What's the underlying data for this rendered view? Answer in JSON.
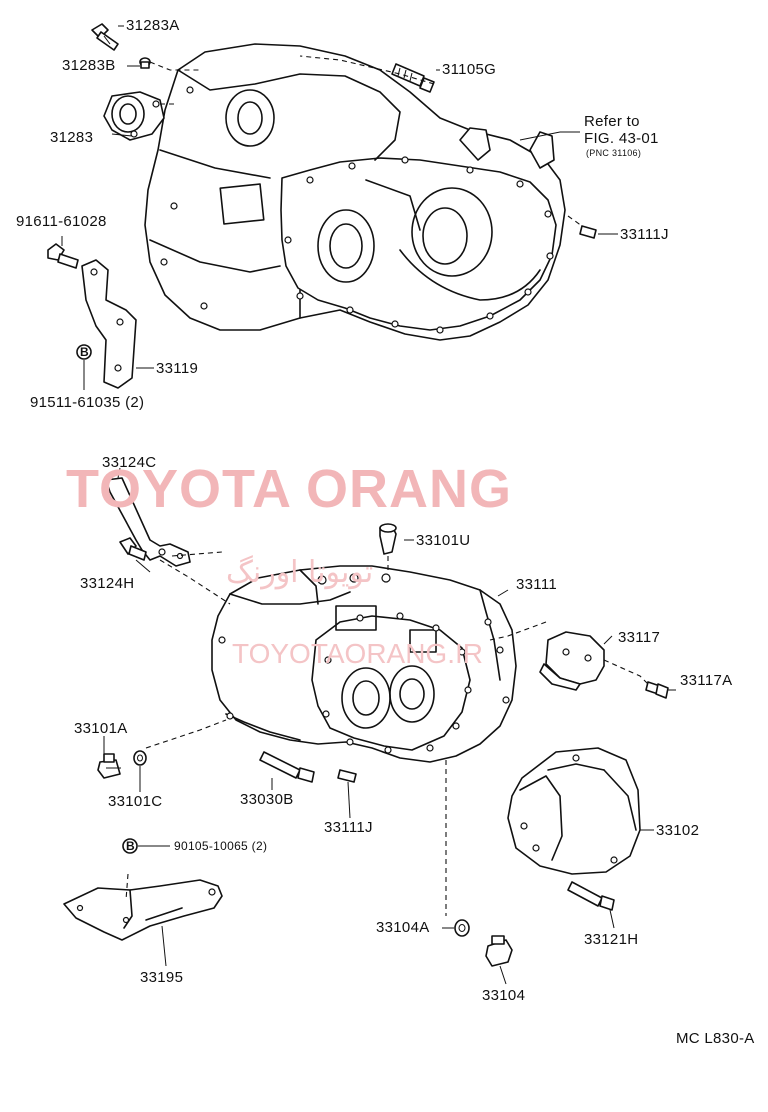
{
  "parts": {
    "p_31283A": "31283A",
    "p_31283B": "31283B",
    "p_31105G": "31105G",
    "p_31283": "31283",
    "refer_line1": "Refer to",
    "refer_line2": "FIG. 43-01",
    "refer_line3": "(PNC 31106)",
    "p_91611": "91611-61028",
    "p_33111J_top": "33111J",
    "p_33119": "33119",
    "p_91511": "91511-61035 (2)",
    "p_33124C": "33124C",
    "p_33101U": "33101U",
    "p_33124H": "33124H",
    "p_33111": "33111",
    "p_33117": "33117",
    "p_33117A": "33117A",
    "p_33101A": "33101A",
    "p_33101C": "33101C",
    "p_33030B": "33030B",
    "p_33111J_bot": "33111J",
    "p_33102": "33102",
    "p_90105": "90105-10065 (2)",
    "p_33121H": "33121H",
    "p_33104A": "33104A",
    "p_33195": "33195",
    "p_33104": "33104"
  },
  "markers": {
    "b_mark": "B"
  },
  "figure_code": "MC L830-A",
  "watermark": {
    "main": "TOYOTA ORANG",
    "arabic": "تویوتا اورنگ",
    "site": "TOYOTAORANG.IR"
  }
}
